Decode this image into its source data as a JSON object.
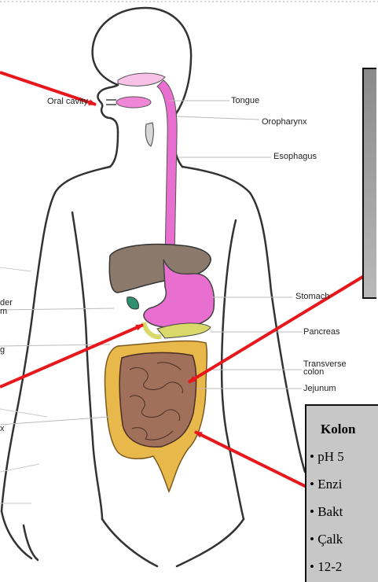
{
  "labels": {
    "oral_cavity": "Oral cavity",
    "tongue": "Tongue",
    "oropharynx": "Oropharynx",
    "esophagus": "Esophagus",
    "stomach": "Stomach",
    "pancreas": "Pancreas",
    "transverse_colon_1": "Transverse",
    "transverse_colon_2": "colon",
    "jejunum": "Jejunum",
    "left_partial_1": "der",
    "left_partial_2": "m",
    "left_partial_3": "g",
    "left_partial_4": "x"
  },
  "colon_box": {
    "title": "Kolon",
    "items": [
      "• pH 5",
      "• Enzi",
      "• Bakt",
      "• Çalk",
      "• 12-2"
    ]
  },
  "colors": {
    "esophagus_stomach": "#e86fd0",
    "liver": "#8b7a6b",
    "small_intestine": "#a0705a",
    "large_intestine": "#e8b84a",
    "pancreas": "#d9d96a",
    "gallbladder": "#2f8f6f",
    "arrow": "#e8171b",
    "colon_box_bg": "#c7c7c7"
  }
}
